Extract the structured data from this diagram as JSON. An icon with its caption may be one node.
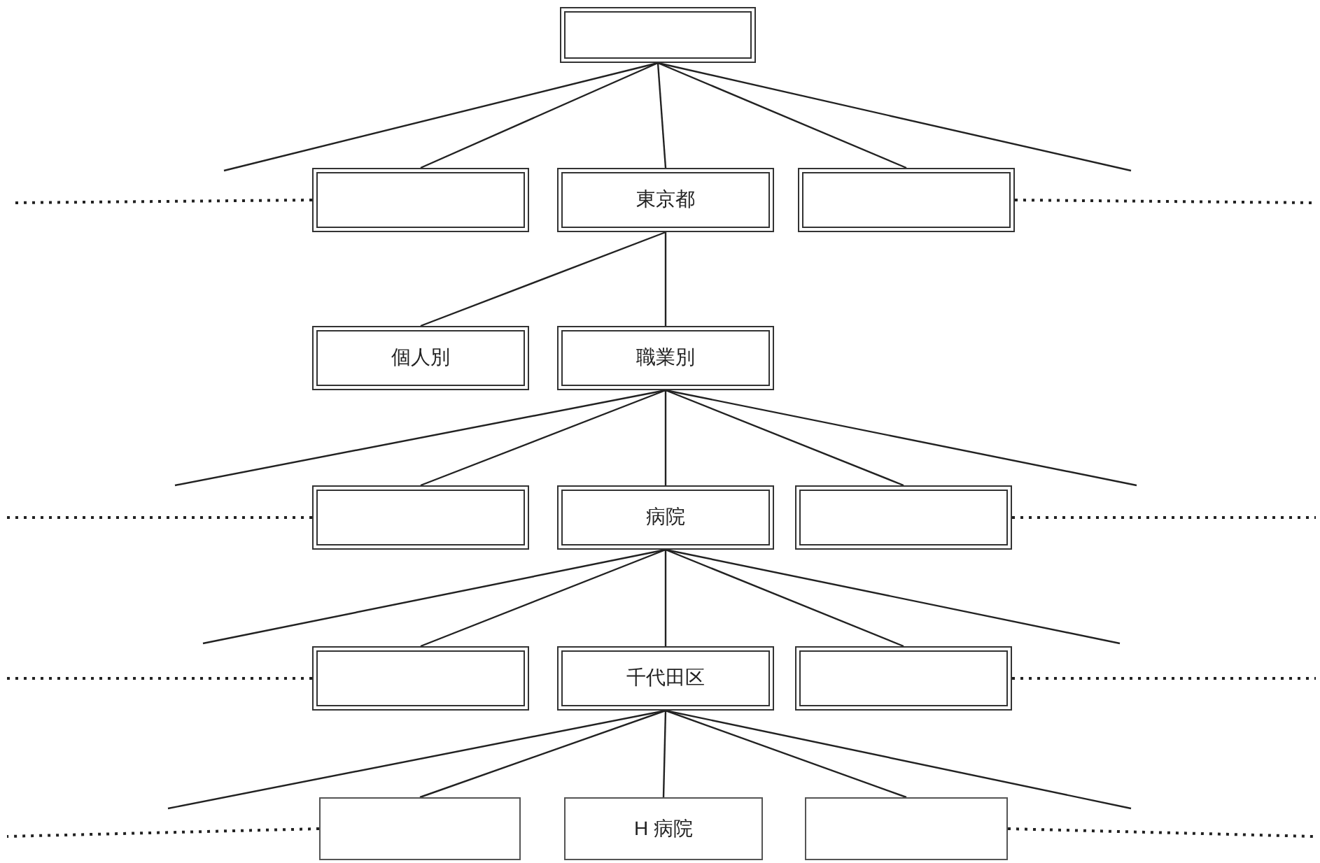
{
  "diagram": {
    "nodes": [
      {
        "text": [],
        "shape": "box"
      },
      {
        "text": [],
        "shape": "box"
      },
      {
        "text": [
          "東京都"
        ]
      },
      {
        "text": [],
        "shape": "box"
      },
      {
        "text": [
          "個人別"
        ]
      },
      {
        "text": [
          "職業別"
        ]
      },
      {
        "text": [],
        "shape": "box"
      },
      {
        "text": [
          "病院"
        ]
      },
      {
        "text": [],
        "shape": "box"
      },
      {
        "text": [],
        "shape": "box"
      },
      {
        "text": [
          "千代田区"
        ]
      },
      {
        "text": [],
        "shape": "box"
      },
      {
        "text": [],
        "shape": "box"
      },
      {
        "text": [
          "H 病院"
        ]
      },
      {
        "text": [],
        "shape": "box"
      }
    ],
    "edges": [
      {
        "from": 0,
        "to": null,
        "arrow": "none"
      },
      {
        "from": 0,
        "to": 1,
        "arrow": "none"
      },
      {
        "from": 0,
        "to": 2,
        "arrow": "none"
      },
      {
        "from": 0,
        "to": 3,
        "arrow": "none"
      },
      {
        "from": 0,
        "to": null,
        "arrow": "none"
      },
      {
        "from": 1,
        "to": null,
        "arrow": "none",
        "style": "dashed"
      },
      {
        "from": 3,
        "to": null,
        "arrow": "none",
        "style": "dashed"
      },
      {
        "from": 2,
        "to": 4,
        "arrow": "none"
      },
      {
        "from": 2,
        "to": 5,
        "arrow": "none"
      },
      {
        "from": 5,
        "to": null,
        "arrow": "none"
      },
      {
        "from": 5,
        "to": 6,
        "arrow": "none"
      },
      {
        "from": 5,
        "to": 7,
        "arrow": "none"
      },
      {
        "from": 5,
        "to": 8,
        "arrow": "none"
      },
      {
        "from": 5,
        "to": null,
        "arrow": "none"
      },
      {
        "from": 6,
        "to": null,
        "arrow": "none",
        "style": "dashed"
      },
      {
        "from": 8,
        "to": null,
        "arrow": "none",
        "style": "dashed"
      },
      {
        "from": 7,
        "to": null,
        "arrow": "none"
      },
      {
        "from": 7,
        "to": 9,
        "arrow": "none"
      },
      {
        "from": 7,
        "to": 10,
        "arrow": "none"
      },
      {
        "from": 7,
        "to": 11,
        "arrow": "none"
      },
      {
        "from": 7,
        "to": null,
        "arrow": "none"
      },
      {
        "from": 9,
        "to": null,
        "arrow": "none",
        "style": "dashed"
      },
      {
        "from": 11,
        "to": null,
        "arrow": "none",
        "style": "dashed"
      },
      {
        "from": 10,
        "to": null,
        "arrow": "none"
      },
      {
        "from": 10,
        "to": 12,
        "arrow": "none"
      },
      {
        "from": 10,
        "to": 13,
        "arrow": "none"
      },
      {
        "from": 10,
        "to": 14,
        "arrow": "none"
      },
      {
        "from": 10,
        "to": null,
        "arrow": "none"
      },
      {
        "from": 12,
        "to": null,
        "arrow": "none",
        "style": "dashed"
      },
      {
        "from": 14,
        "to": null,
        "arrow": "none",
        "style": "dashed"
      }
    ]
  }
}
